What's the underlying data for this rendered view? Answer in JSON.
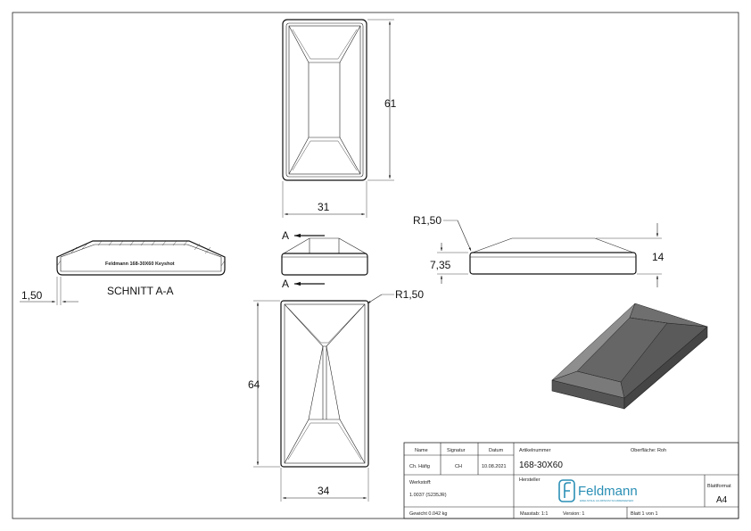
{
  "dimensions": {
    "top_height": "61",
    "top_width": "31",
    "bottom_height": "64",
    "bottom_width": "34",
    "radius_top": "R1,50",
    "radius_bottom": "R1,50",
    "side_height_small": "7,35",
    "side_height_total": "14",
    "wall_thickness": "1,50",
    "section_marker": "A"
  },
  "section": {
    "label": "SCHNITT A-A",
    "engraving": "Feldmann 168-30X60 Keyshot"
  },
  "title_block": {
    "name_header": "Name",
    "signature_header": "Signatur",
    "date_header": "Datum",
    "name": "Ch. Häfig",
    "signature": "CH",
    "date": "10.08.2021",
    "article_label": "Artikelnummer",
    "article_number": "168-30X60",
    "surface_label": "Oberfläche: Roh",
    "material_label": "Werkstoff:",
    "material": "1.0037 (S235JR)",
    "manufacturer_label": "Hersteller",
    "logo_text": "Feldmann",
    "logo_tagline": "EDELSTAHL ALUMINIUM SCHMIEDEEISEN",
    "format_label": "Blattformat",
    "format": "A4",
    "weight": "Gewicht 0.042 kg",
    "scale": "Masstab: 1:1",
    "version": "Version: 1",
    "sheet": "Blatt 1 von 1"
  },
  "colors": {
    "line": "#222222",
    "shade_dark": "#3f3f3f",
    "shade_mid": "#6a6a6a",
    "shade_light": "#8a8a8a",
    "logo_blue": "#2a8fb5"
  }
}
